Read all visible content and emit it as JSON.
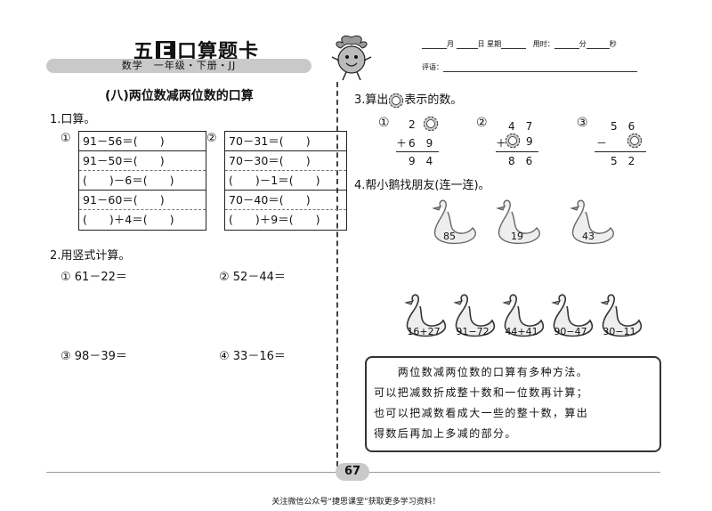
{
  "header": {
    "brand_prefix": "五",
    "brand_e": "E",
    "brand_suffix": "口算题卡",
    "subject": "数学　一年级・下册・JJ",
    "month_label": "月",
    "day_label": "日",
    "weekday_label": "星期",
    "time_label": "用时：",
    "minute_label": "分",
    "second_label": "秒",
    "eval_label": "评语："
  },
  "left": {
    "title": "(八)两位数减两位数的口算",
    "q1": "1.口算。",
    "mark1": "①",
    "mark2": "②",
    "group1": [
      "91－56＝(　　)",
      "91－50＝(　　)",
      "(　　)－6＝(　　)",
      "91－60＝(　　)",
      "(　　)＋4＝(　　)"
    ],
    "group2": [
      "70－31＝(　　)",
      "70－30＝(　　)",
      "(　　)－1＝(　　)",
      "70－40＝(　　)",
      "(　　)＋9＝(　　)"
    ],
    "q2": "2.用竖式计算。",
    "v1": "① 61－22＝",
    "v2": "② 52－44＝",
    "v3": "③ 98－39＝",
    "v4": "④ 33－16＝"
  },
  "right": {
    "q3_a": "3.算出",
    "q3_b": "表示的数。",
    "p1": {
      "mark": "①",
      "top": "2",
      "op": "＋",
      "mid": "6　9",
      "res": "9　4"
    },
    "p2": {
      "mark": "②",
      "top": "4　7",
      "op": "＋",
      "mid": "9",
      "res": "8　6"
    },
    "p3": {
      "mark": "③",
      "top": "5　6",
      "op": "－",
      "res": "5　2"
    },
    "q4": "4.帮小鹅找朋友(连一连)。",
    "big_swans": [
      "85",
      "19",
      "43"
    ],
    "small_swans": [
      "16+27",
      "91−72",
      "44+41",
      "90−47",
      "30−11"
    ],
    "tip_lines": [
      "　　两位数减两位数的口算有多种方法。",
      "可以把减数折成整十数和一位数再计算；",
      "也可以把减数看成大一些的整十数，算出",
      "得数后再加上多减的部分。"
    ]
  },
  "page_number": "67",
  "footer": "关注微信公众号“捷思课堂”获取更多学习资料！"
}
